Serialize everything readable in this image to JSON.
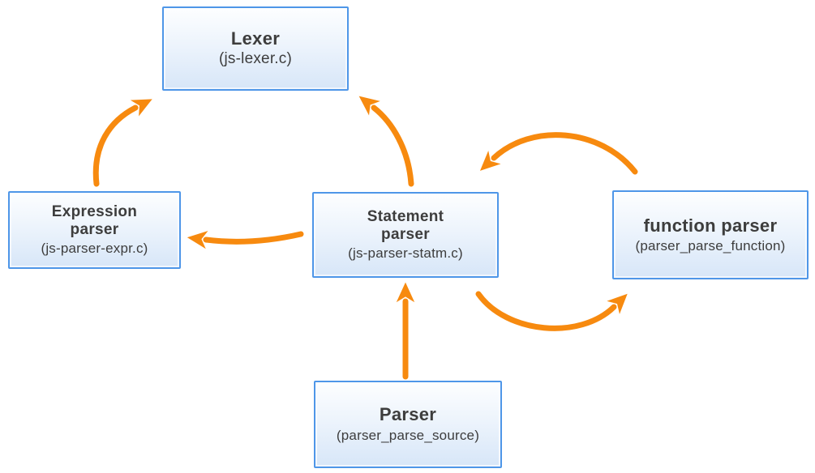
{
  "diagram": {
    "title_semantic": "JavaScript parser module relationships",
    "colors": {
      "background": "#FFFFFF",
      "arrow": "#F78A0F",
      "box_border": "#4E96E8",
      "box_fill_top": "#FDFEFF",
      "box_fill_bottom": "#D7E6F8",
      "text": "#3D3D3D"
    },
    "nodes": {
      "lexer": {
        "title": "Lexer",
        "subtitle": "(js-lexer.c)"
      },
      "expression_parser": {
        "title": "Expression\nparser",
        "subtitle": "(js-parser-expr.c)"
      },
      "statement_parser": {
        "title": "Statement\nparser",
        "subtitle": "(js-parser-statm.c)"
      },
      "function_parser": {
        "title": "function parser",
        "subtitle": "(parser_parse_function)"
      },
      "parser": {
        "title": "Parser",
        "subtitle": "(parser_parse_source)"
      }
    },
    "edges": [
      {
        "from": "expression_parser",
        "to": "lexer",
        "style": "curved"
      },
      {
        "from": "statement_parser",
        "to": "lexer",
        "style": "curved"
      },
      {
        "from": "statement_parser",
        "to": "expression_parser",
        "style": "curved"
      },
      {
        "from": "function_parser",
        "to": "statement_parser",
        "style": "arc-top"
      },
      {
        "from": "statement_parser",
        "to": "function_parser",
        "style": "arc-bottom"
      },
      {
        "from": "parser",
        "to": "statement_parser",
        "style": "straight"
      }
    ]
  }
}
